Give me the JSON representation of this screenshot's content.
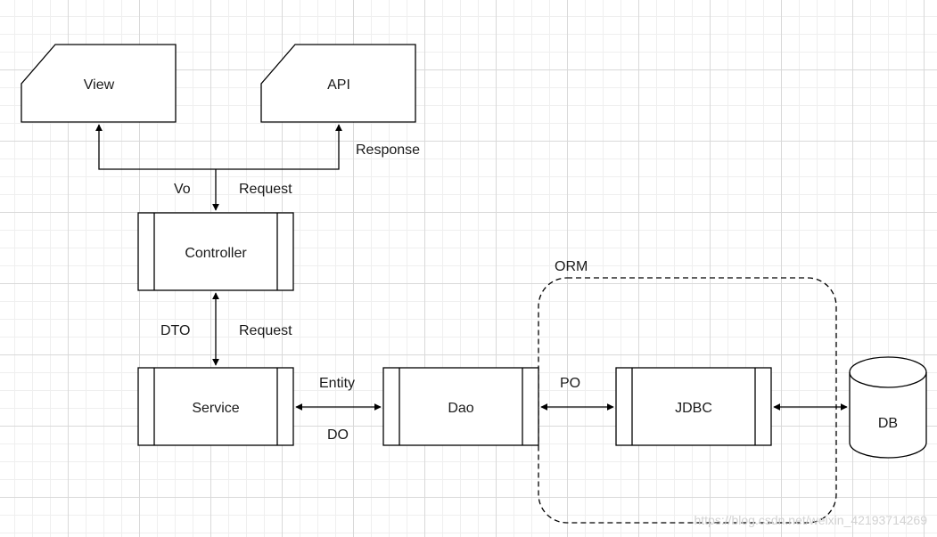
{
  "nodes": {
    "view": "View",
    "api": "API",
    "controller": "Controller",
    "service": "Service",
    "dao": "Dao",
    "jdbc": "JDBC",
    "db": "DB"
  },
  "group": {
    "orm": "ORM"
  },
  "edge_labels": {
    "response": "Response",
    "vo": "Vo",
    "request_top": "Request",
    "dto": "DTO",
    "request_mid": "Request",
    "entity": "Entity",
    "do": "DO",
    "po": "PO"
  },
  "watermark": "https://blog.csdn.net/weixin_42193714269"
}
